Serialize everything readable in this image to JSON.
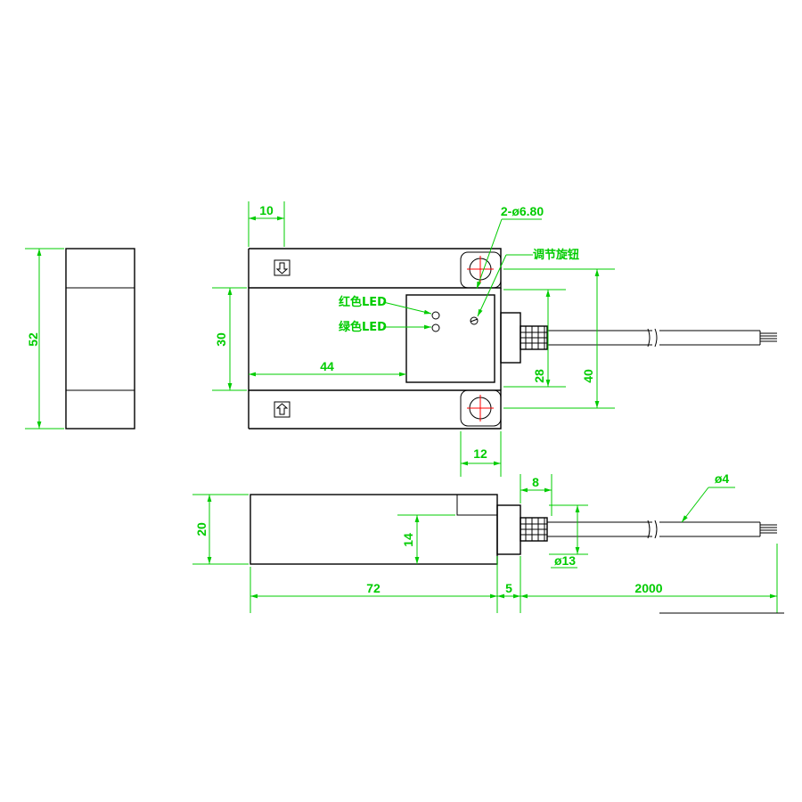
{
  "drawing": {
    "dimensions": {
      "height_side": "52",
      "top_width": "10",
      "slot_height": "30",
      "slot_depth": "44",
      "mount_hole": "2-ø6.80",
      "head_width": "12",
      "head_height": "28",
      "hole_spacing": "40",
      "thickness": "20",
      "step": "14",
      "length": "72",
      "connector_offset": "5",
      "cable_length": "2000",
      "gland_length": "8",
      "gland_diameter": "ø13",
      "cable_diameter": "ø4"
    },
    "labels": {
      "red_led": "红色LED",
      "green_led": "绿色LED",
      "knob": "调节旋钮"
    },
    "colors": {
      "outline": "#000000",
      "dimension": "#00cc00",
      "centerline": "#ff0000"
    }
  }
}
